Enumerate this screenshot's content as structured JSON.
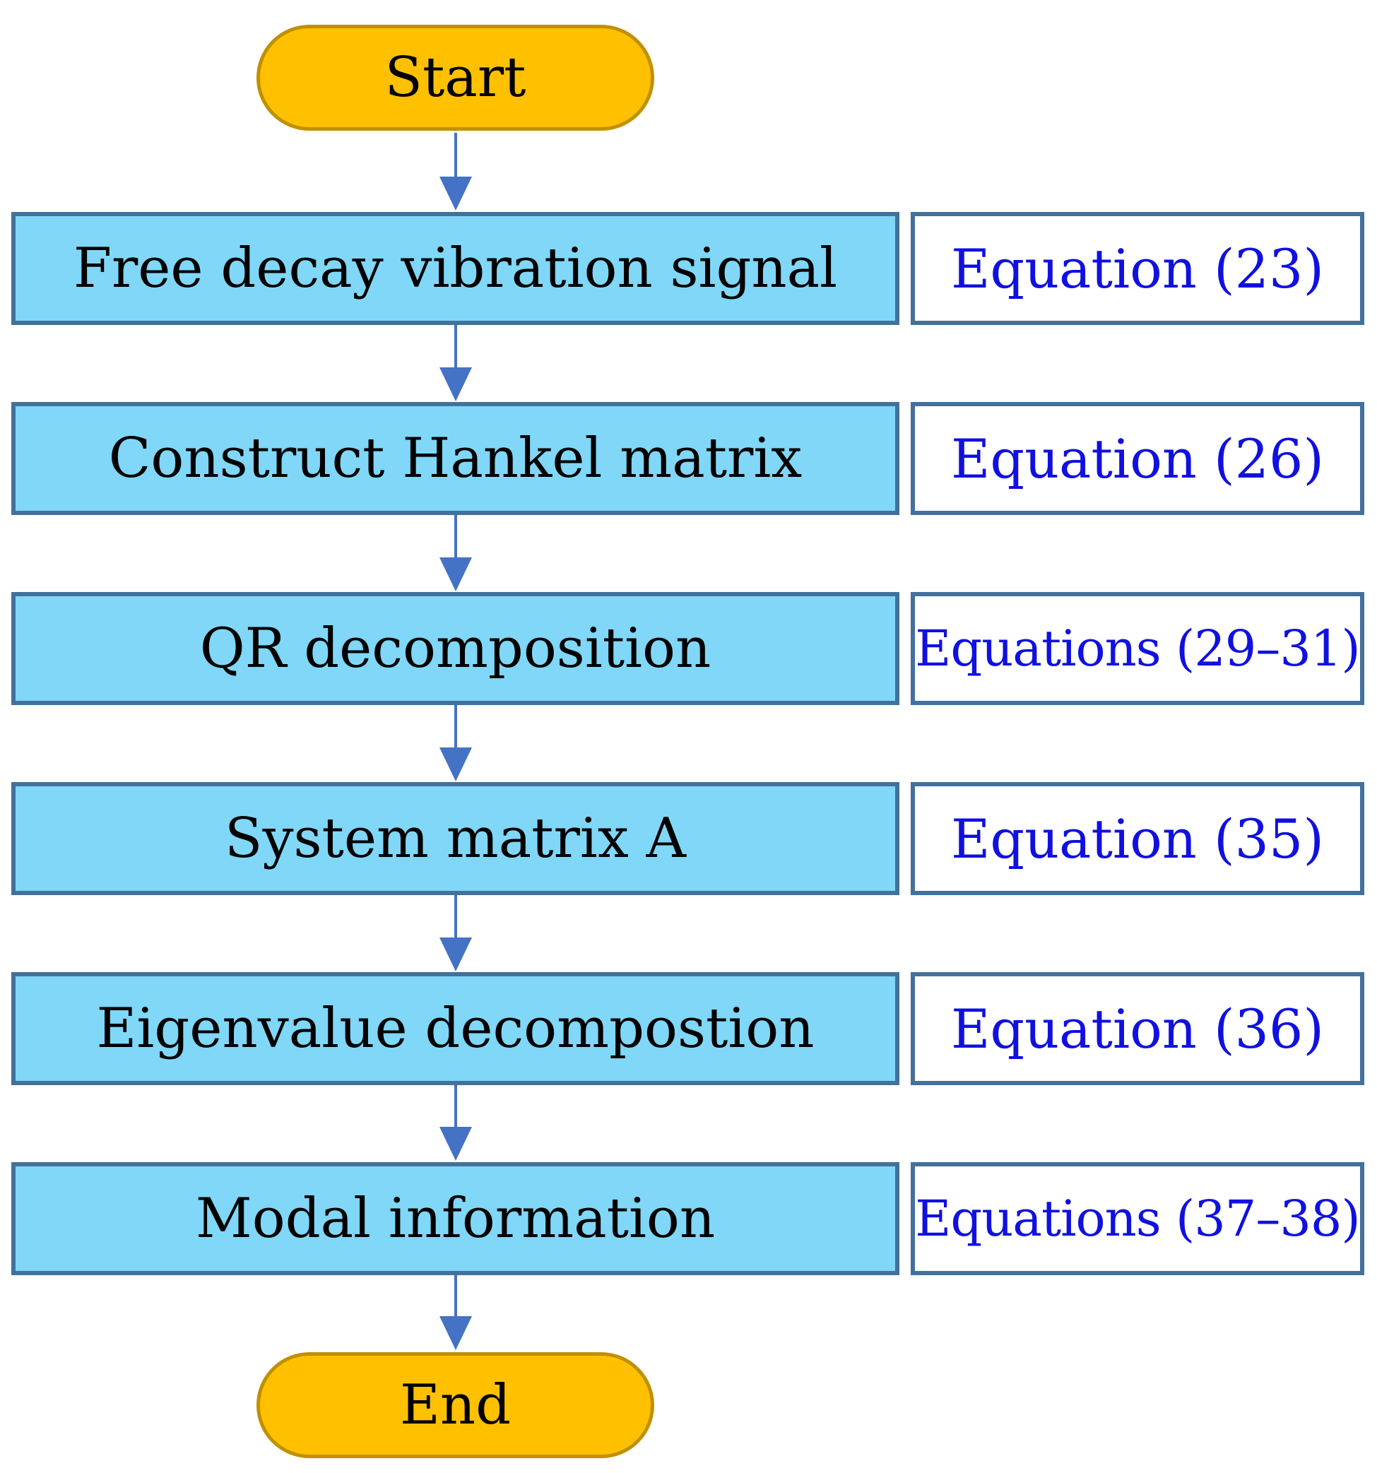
{
  "start": {
    "label": "Start"
  },
  "end": {
    "label": "End"
  },
  "steps": [
    {
      "label": "Free decay vibration signal",
      "equation": "Equation (23)"
    },
    {
      "label": "Construct Hankel matrix",
      "equation": "Equation (26)"
    },
    {
      "label": "QR decomposition",
      "equation": "Equations (29–31)"
    },
    {
      "label": "System matrix A",
      "equation": "Equation (35)"
    },
    {
      "label": "Eigenvalue decompostion",
      "equation": "Equation (36)"
    },
    {
      "label": "Modal information",
      "equation": "Equations (37–38)"
    }
  ],
  "colors": {
    "terminal_fill": "#ffc000",
    "terminal_border": "#c09000",
    "step_fill": "#80d7f7",
    "box_border": "#41719c",
    "equation_text": "#1010e0",
    "arrow": "#4472c4"
  }
}
